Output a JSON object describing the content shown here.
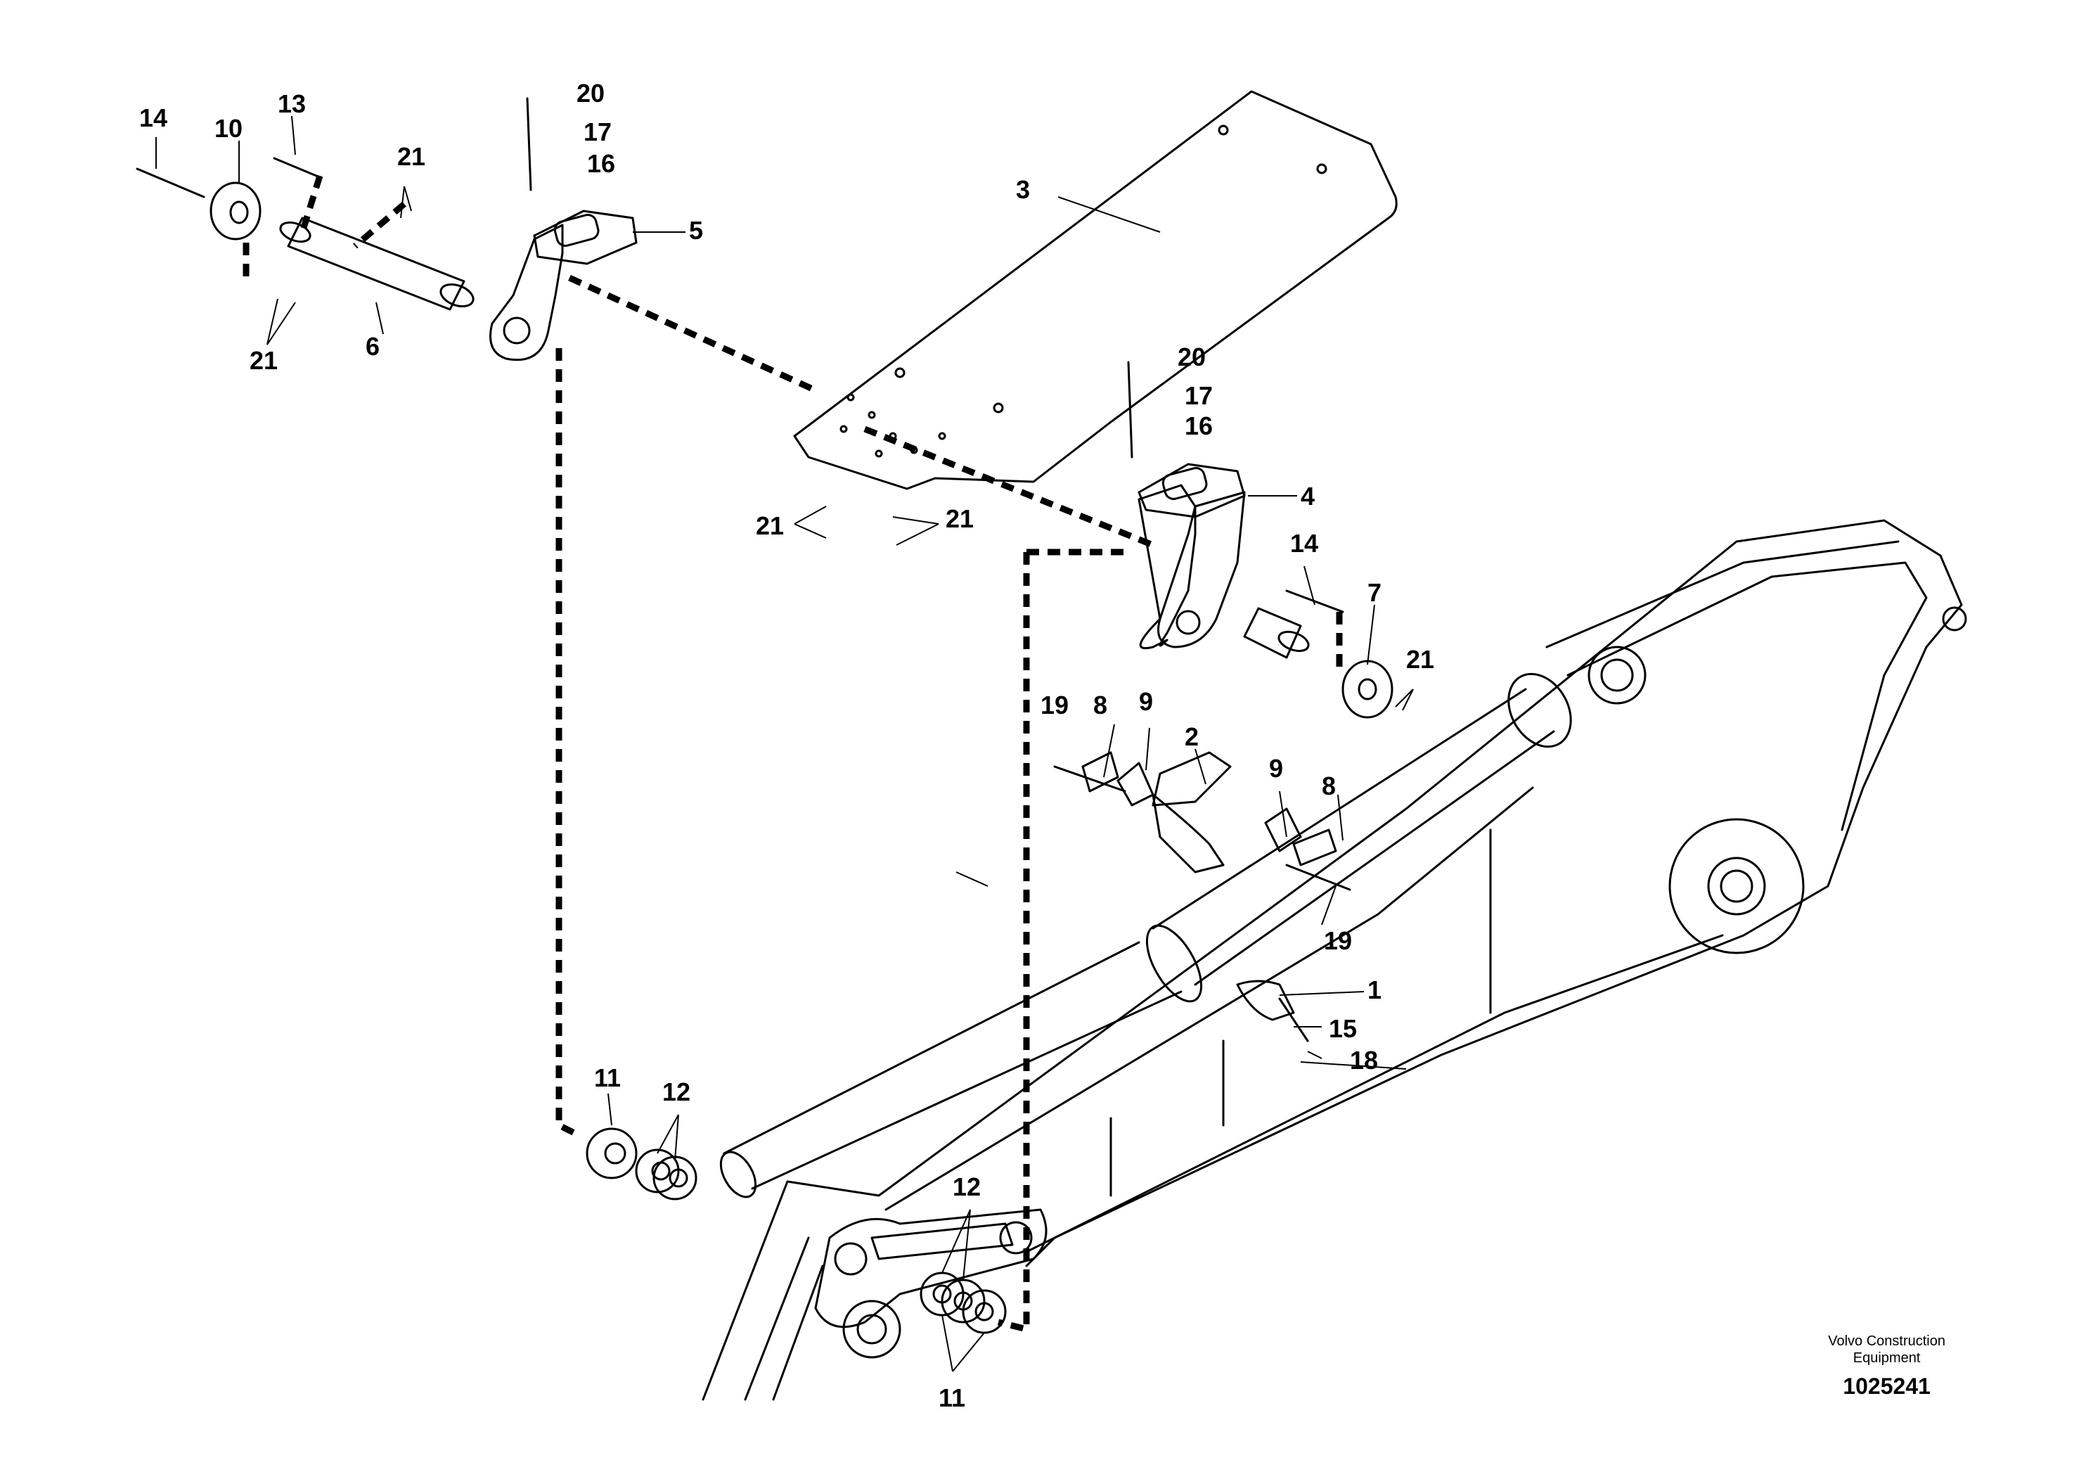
{
  "labels": {
    "l1": "1",
    "l2": "2",
    "l3": "3",
    "l4": "4",
    "l5": "5",
    "l6": "6",
    "l7": "7",
    "l8a": "8",
    "l8b": "8",
    "l9a": "9",
    "l9b": "9",
    "l10": "10",
    "l11a": "11",
    "l11b": "11",
    "l12a": "12",
    "l12b": "12",
    "l13": "13",
    "l14a": "14",
    "l14b": "14",
    "l15": "15",
    "l16a": "16",
    "l16b": "16",
    "l17a": "17",
    "l17b": "17",
    "l18": "18",
    "l19a": "19",
    "l19b": "19",
    "l20a": "20",
    "l20b": "20",
    "l21a": "21",
    "l21b": "21",
    "l21c": "21",
    "l21d": "21",
    "l21e": "21"
  },
  "credit": {
    "brand_line1": "Volvo Construction",
    "brand_line2": "Equipment",
    "drawing_number": "1025241"
  }
}
